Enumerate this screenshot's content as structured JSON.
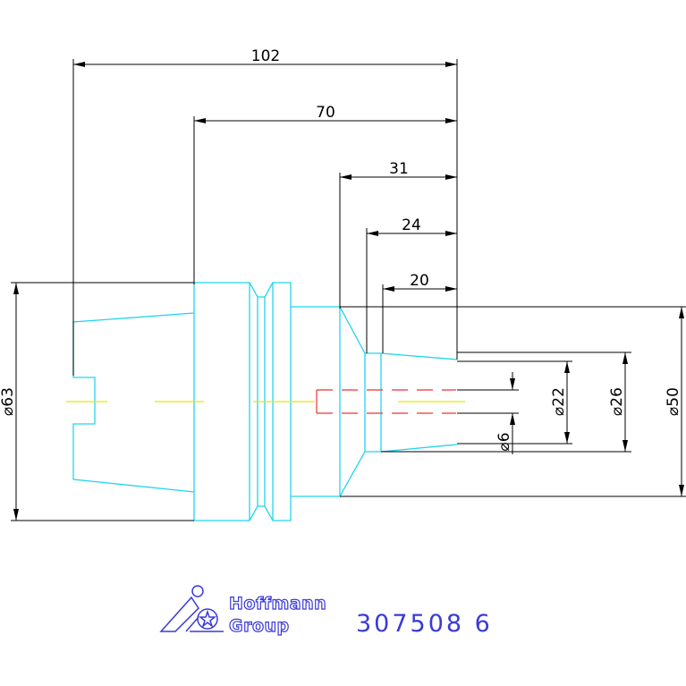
{
  "drawing": {
    "dimensions": {
      "length_overall": "102",
      "length_shank": "70",
      "length_31": "31",
      "length_24": "24",
      "length_20": "20",
      "dia_63": "⌀63",
      "dia_50": "⌀50",
      "dia_26": "⌀26",
      "dia_22": "⌀22",
      "dia_6": "⌀6"
    },
    "logo": {
      "line1": "Hoffmann",
      "line2": "Group"
    },
    "part_number": "307508  6"
  },
  "colors": {
    "outline": "#22d4ee",
    "dimension": "#000000",
    "centerline": "#e8e800",
    "hidden": "#ee3333",
    "logo": "#3a3ad6",
    "background": "#ffffff"
  }
}
